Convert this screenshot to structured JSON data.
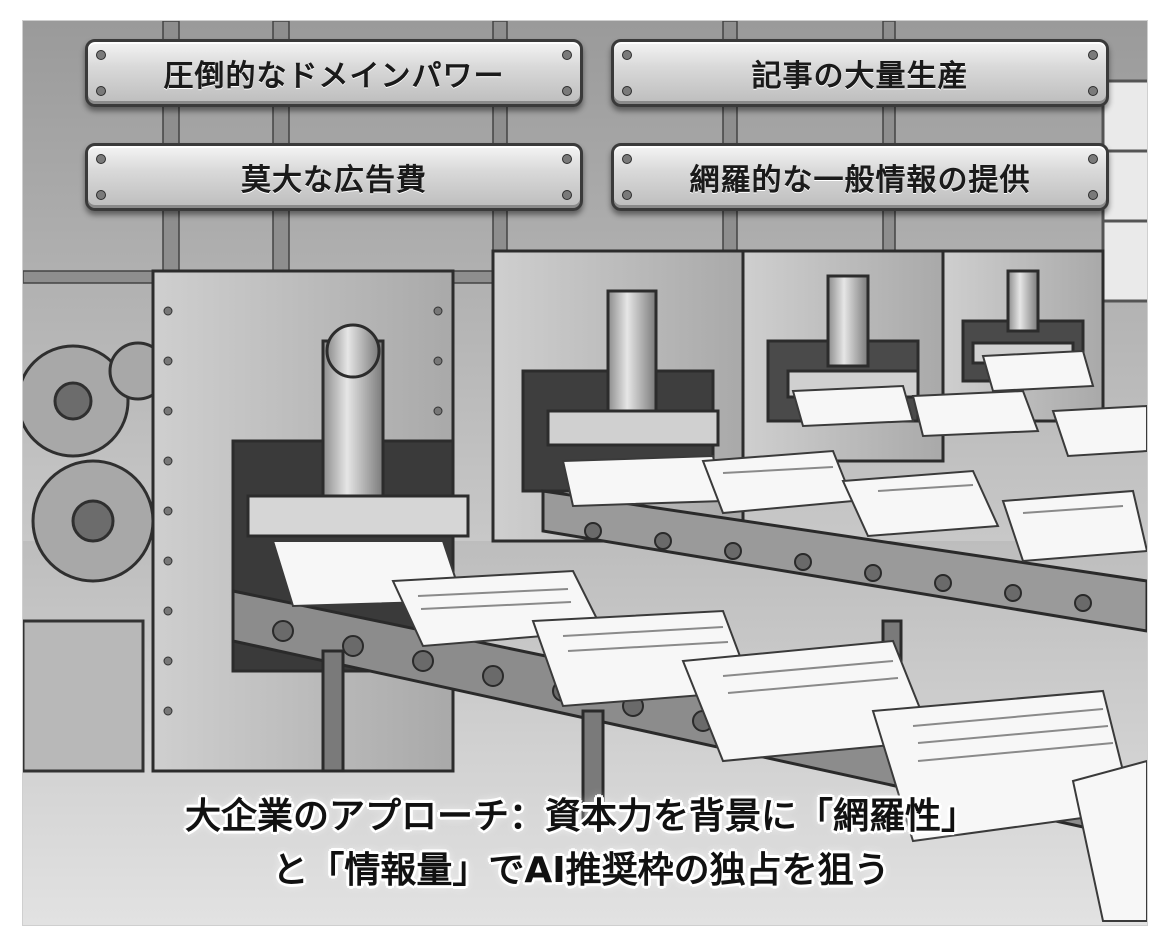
{
  "plates": {
    "domain_power": "圧倒的なドメインパワー",
    "mass_production": "記事の大量生産",
    "ad_spend": "莫大な広告費",
    "general_info": "網羅的な一般情報の提供"
  },
  "caption": {
    "line1": "大企業のアプローチ：資本力を背景に「網羅性」",
    "line2": "と「情報量」でAI推奨枠の独占を狙う"
  },
  "colors": {
    "metal_light": "#d9d9d9",
    "metal_dark": "#3a3a3a",
    "paper": "#f7f7f7",
    "floor": "#cfcfcf"
  }
}
